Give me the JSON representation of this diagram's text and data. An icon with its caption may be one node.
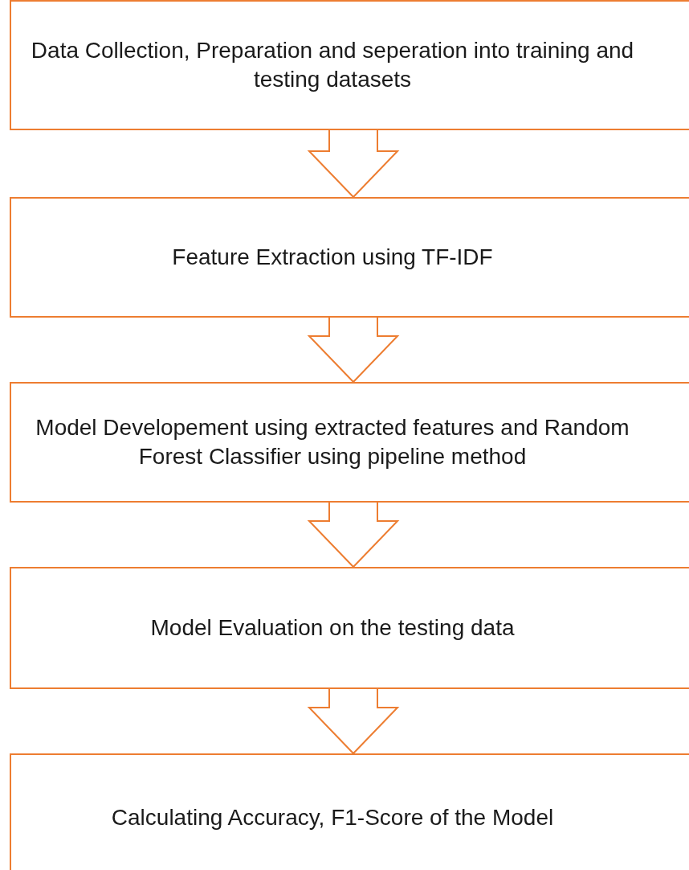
{
  "diagram": {
    "nodes": [
      {
        "text": [
          "Data Collection, Preparation and seperation into training and testing datasets"
        ]
      },
      {
        "text": [
          "Feature Extraction using TF-IDF"
        ]
      },
      {
        "text": [
          "Model Developement using extracted features and Random Forest Classifier using pipeline method"
        ]
      },
      {
        "text": [
          "Model Evaluation on the testing data"
        ]
      },
      {
        "text": [
          "Calculating Accuracy, F1-Score of the Model"
        ]
      }
    ],
    "edges": [
      {
        "from": 0,
        "to": 1,
        "arrow": "to"
      },
      {
        "from": 1,
        "to": 2,
        "arrow": "to"
      },
      {
        "from": 2,
        "to": 3,
        "arrow": "to"
      },
      {
        "from": 3,
        "to": 4,
        "arrow": "to"
      }
    ]
  }
}
